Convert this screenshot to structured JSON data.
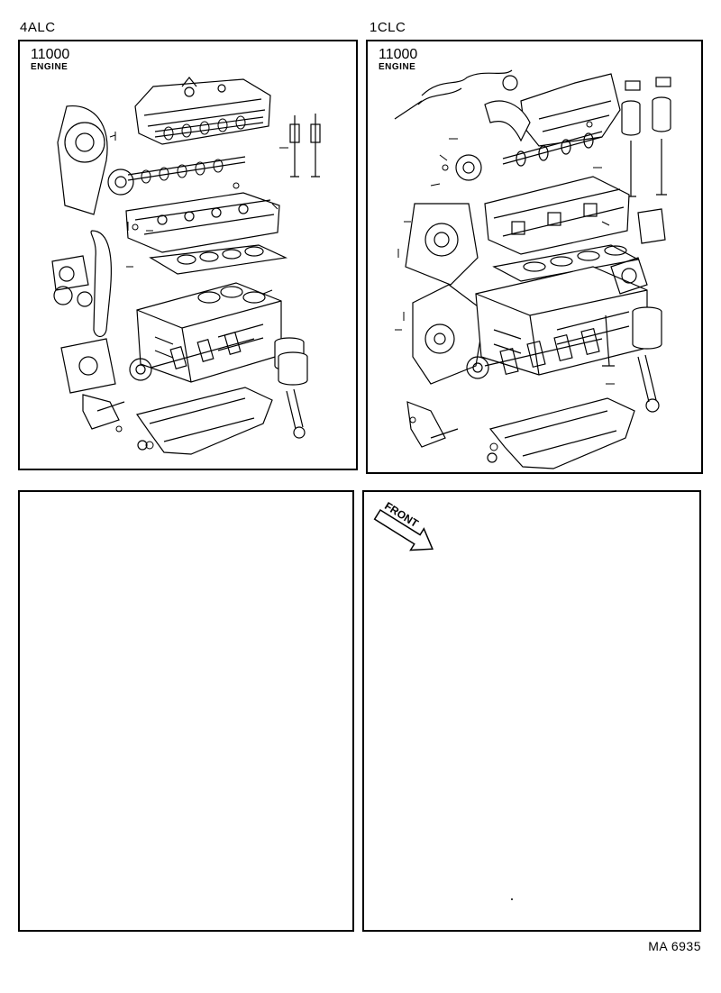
{
  "panels": {
    "top_left": {
      "engine_code": "4ALC",
      "part_number": "11000",
      "part_name": "ENGINE"
    },
    "top_right": {
      "engine_code": "1CLC",
      "part_number": "11000",
      "part_name": "ENGINE"
    },
    "bottom_right": {
      "direction_label": "FRONT"
    }
  },
  "footer": {
    "doc_ref": "MA 6935"
  },
  "colors": {
    "ink": "#000000",
    "paper": "#ffffff"
  }
}
